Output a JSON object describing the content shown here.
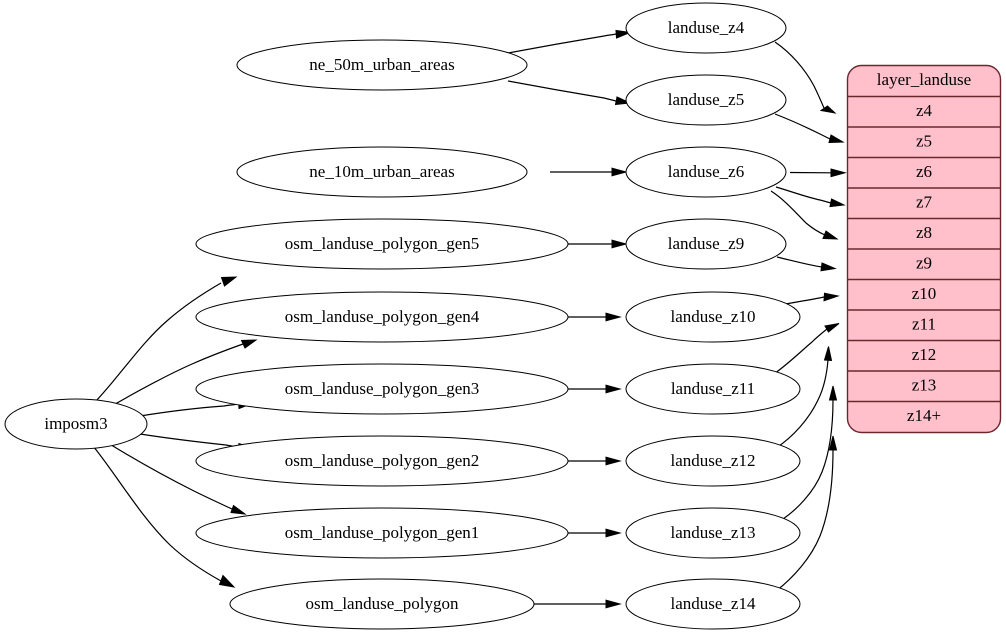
{
  "diagram": {
    "type": "directed-graph",
    "title": "",
    "background_color": "#ffffff",
    "node_fill": "#ffffff",
    "node_stroke": "#000000",
    "edge_color": "#000000",
    "table_fill": "#ffc0cb",
    "table_stroke": "#69282e"
  },
  "source_node": {
    "id": "imposm3",
    "label": "imposm3"
  },
  "input_nodes": [
    {
      "id": "ne_50m_urban_areas",
      "label": "ne_50m_urban_areas"
    },
    {
      "id": "ne_10m_urban_areas",
      "label": "ne_10m_urban_areas"
    },
    {
      "id": "osm_landuse_polygon_gen5",
      "label": "osm_landuse_polygon_gen5"
    },
    {
      "id": "osm_landuse_polygon_gen4",
      "label": "osm_landuse_polygon_gen4"
    },
    {
      "id": "osm_landuse_polygon_gen3",
      "label": "osm_landuse_polygon_gen3"
    },
    {
      "id": "osm_landuse_polygon_gen2",
      "label": "osm_landuse_polygon_gen2"
    },
    {
      "id": "osm_landuse_polygon_gen1",
      "label": "osm_landuse_polygon_gen1"
    },
    {
      "id": "osm_landuse_polygon",
      "label": "osm_landuse_polygon"
    }
  ],
  "zoom_nodes": [
    {
      "id": "landuse_z4",
      "label": "landuse_z4"
    },
    {
      "id": "landuse_z5",
      "label": "landuse_z5"
    },
    {
      "id": "landuse_z6",
      "label": "landuse_z6"
    },
    {
      "id": "landuse_z9",
      "label": "landuse_z9"
    },
    {
      "id": "landuse_z10",
      "label": "landuse_z10"
    },
    {
      "id": "landuse_z11",
      "label": "landuse_z11"
    },
    {
      "id": "landuse_z12",
      "label": "landuse_z12"
    },
    {
      "id": "landuse_z13",
      "label": "landuse_z13"
    },
    {
      "id": "landuse_z14",
      "label": "landuse_z14"
    }
  ],
  "layer_table": {
    "title": "layer_landuse",
    "rows": [
      {
        "id": "z4",
        "label": "z4"
      },
      {
        "id": "z5",
        "label": "z5"
      },
      {
        "id": "z6",
        "label": "z6"
      },
      {
        "id": "z7",
        "label": "z7"
      },
      {
        "id": "z8",
        "label": "z8"
      },
      {
        "id": "z9",
        "label": "z9"
      },
      {
        "id": "z10",
        "label": "z10"
      },
      {
        "id": "z11",
        "label": "z11"
      },
      {
        "id": "z12",
        "label": "z12"
      },
      {
        "id": "z13",
        "label": "z13"
      },
      {
        "id": "z14plus",
        "label": "z14+"
      }
    ]
  },
  "edges": [
    {
      "from": "imposm3",
      "to": "osm_landuse_polygon_gen5"
    },
    {
      "from": "imposm3",
      "to": "osm_landuse_polygon_gen4"
    },
    {
      "from": "imposm3",
      "to": "osm_landuse_polygon_gen3"
    },
    {
      "from": "imposm3",
      "to": "osm_landuse_polygon_gen2"
    },
    {
      "from": "imposm3",
      "to": "osm_landuse_polygon_gen1"
    },
    {
      "from": "imposm3",
      "to": "osm_landuse_polygon"
    },
    {
      "from": "ne_50m_urban_areas",
      "to": "landuse_z4"
    },
    {
      "from": "ne_50m_urban_areas",
      "to": "landuse_z5"
    },
    {
      "from": "ne_10m_urban_areas",
      "to": "landuse_z6"
    },
    {
      "from": "osm_landuse_polygon_gen5",
      "to": "landuse_z9"
    },
    {
      "from": "osm_landuse_polygon_gen4",
      "to": "landuse_z10"
    },
    {
      "from": "osm_landuse_polygon_gen3",
      "to": "landuse_z11"
    },
    {
      "from": "osm_landuse_polygon_gen2",
      "to": "landuse_z12"
    },
    {
      "from": "osm_landuse_polygon_gen1",
      "to": "landuse_z13"
    },
    {
      "from": "osm_landuse_polygon",
      "to": "landuse_z14"
    },
    {
      "from": "landuse_z4",
      "to": "z4"
    },
    {
      "from": "landuse_z5",
      "to": "z5"
    },
    {
      "from": "landuse_z6",
      "to": "z6"
    },
    {
      "from": "landuse_z6",
      "to": "z7"
    },
    {
      "from": "landuse_z6",
      "to": "z8"
    },
    {
      "from": "landuse_z9",
      "to": "z9"
    },
    {
      "from": "landuse_z10",
      "to": "z10"
    },
    {
      "from": "landuse_z11",
      "to": "z11"
    },
    {
      "from": "landuse_z12",
      "to": "z12"
    },
    {
      "from": "landuse_z13",
      "to": "z13"
    },
    {
      "from": "landuse_z14",
      "to": "z14plus"
    }
  ]
}
